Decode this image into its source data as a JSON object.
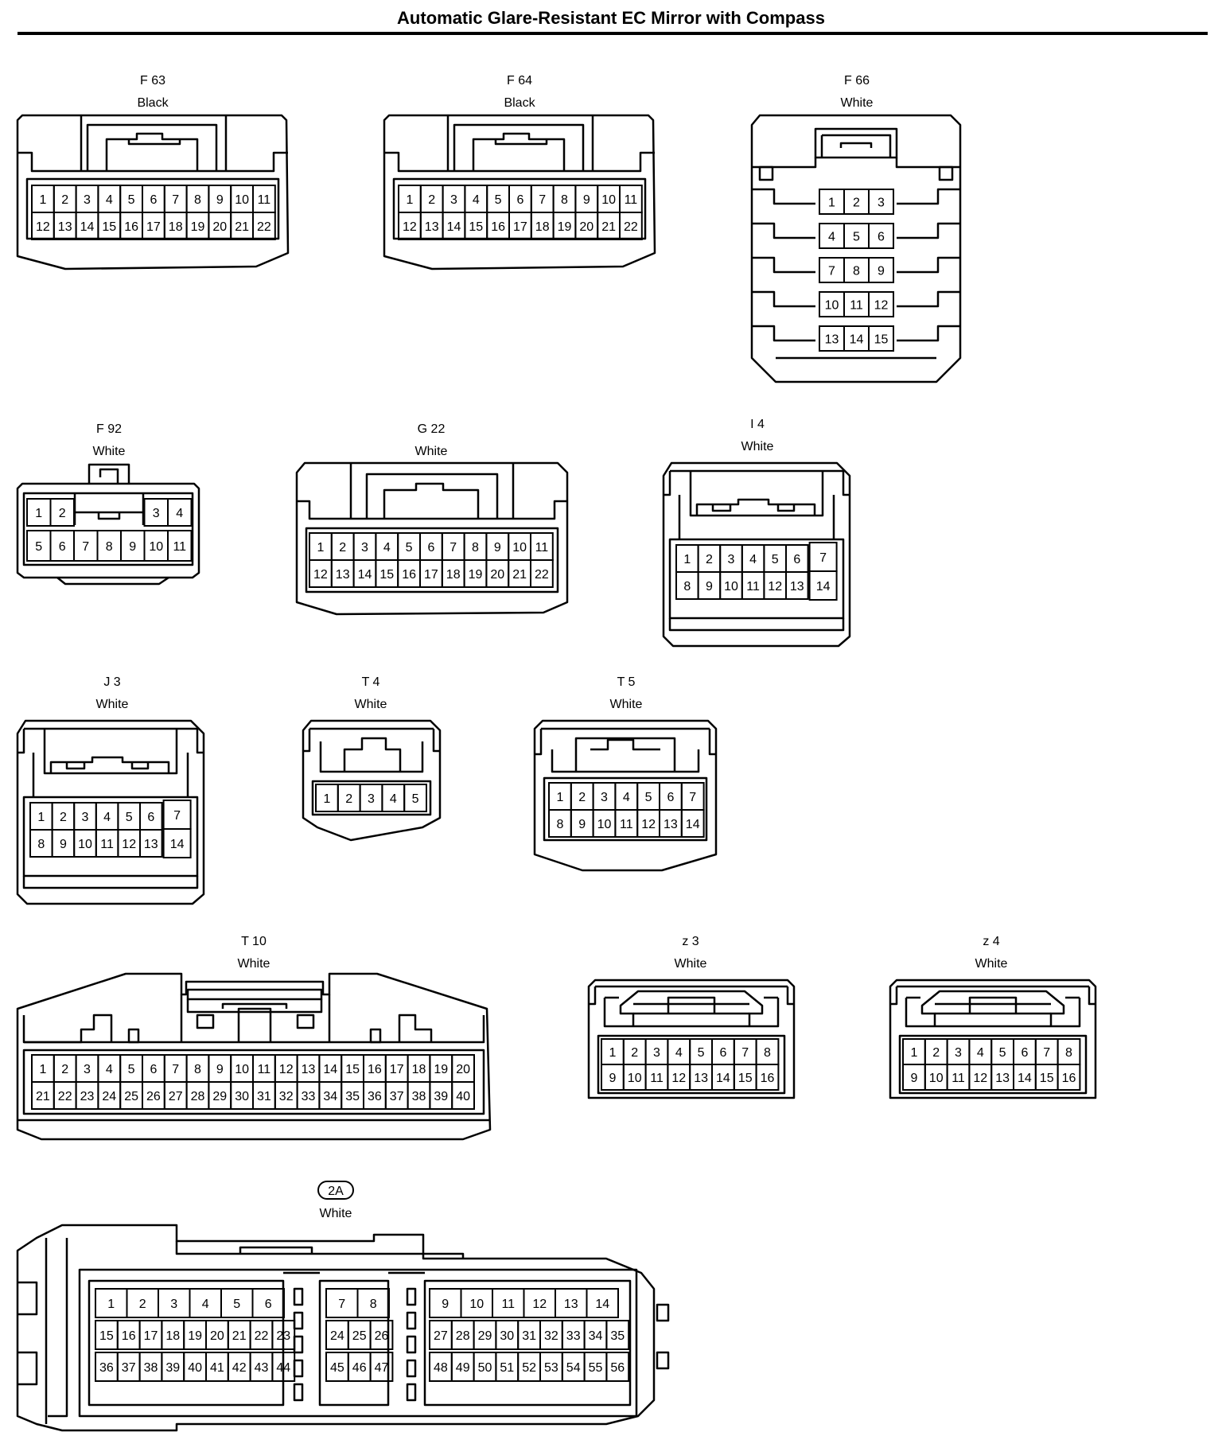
{
  "title": "Automatic Glare-Resistant EC Mirror with Compass",
  "colors": {
    "line": "#000000",
    "background": "#ffffff"
  },
  "connectors": [
    {
      "id": "F 63",
      "color": "Black",
      "rows": [
        [
          "1",
          "2",
          "3",
          "4",
          "5",
          "6",
          "7",
          "8",
          "9",
          "10",
          "11"
        ],
        [
          "12",
          "13",
          "14",
          "15",
          "16",
          "17",
          "18",
          "19",
          "20",
          "21",
          "22"
        ]
      ]
    },
    {
      "id": "F 64",
      "color": "Black",
      "rows": [
        [
          "1",
          "2",
          "3",
          "4",
          "5",
          "6",
          "7",
          "8",
          "9",
          "10",
          "11"
        ],
        [
          "12",
          "13",
          "14",
          "15",
          "16",
          "17",
          "18",
          "19",
          "20",
          "21",
          "22"
        ]
      ]
    },
    {
      "id": "F 66",
      "color": "White",
      "rows": [
        [
          "1",
          "2",
          "3"
        ],
        [
          "4",
          "5",
          "6"
        ],
        [
          "7",
          "8",
          "9"
        ],
        [
          "10",
          "11",
          "12"
        ],
        [
          "13",
          "14",
          "15"
        ]
      ]
    },
    {
      "id": "F 92",
      "color": "White",
      "rows": [
        [
          "1",
          "2",
          "",
          "",
          "",
          "3",
          "4"
        ],
        [
          "5",
          "6",
          "7",
          "8",
          "9",
          "10",
          "11"
        ]
      ]
    },
    {
      "id": "G 22",
      "color": "White",
      "rows": [
        [
          "1",
          "2",
          "3",
          "4",
          "5",
          "6",
          "7",
          "8",
          "9",
          "10",
          "11"
        ],
        [
          "12",
          "13",
          "14",
          "15",
          "16",
          "17",
          "18",
          "19",
          "20",
          "21",
          "22"
        ]
      ]
    },
    {
      "id": "I 4",
      "color": "White",
      "rows": [
        [
          "1",
          "2",
          "3",
          "4",
          "5",
          "6",
          "7"
        ],
        [
          "8",
          "9",
          "10",
          "11",
          "12",
          "13",
          "14"
        ]
      ]
    },
    {
      "id": "J 3",
      "color": "White",
      "rows": [
        [
          "1",
          "2",
          "3",
          "4",
          "5",
          "6",
          "7"
        ],
        [
          "8",
          "9",
          "10",
          "11",
          "12",
          "13",
          "14"
        ]
      ]
    },
    {
      "id": "T 4",
      "color": "White",
      "rows": [
        [
          "1",
          "2",
          "3",
          "4",
          "5"
        ]
      ]
    },
    {
      "id": "T 5",
      "color": "White",
      "rows": [
        [
          "1",
          "2",
          "3",
          "4",
          "5",
          "6",
          "7"
        ],
        [
          "8",
          "9",
          "10",
          "11",
          "12",
          "13",
          "14"
        ]
      ]
    },
    {
      "id": "T 10",
      "color": "White",
      "rows": [
        [
          "1",
          "2",
          "3",
          "4",
          "5",
          "6",
          "7",
          "8",
          "9",
          "10",
          "11",
          "12",
          "13",
          "14",
          "15",
          "16",
          "17",
          "18",
          "19",
          "20"
        ],
        [
          "21",
          "22",
          "23",
          "24",
          "25",
          "26",
          "27",
          "28",
          "29",
          "30",
          "31",
          "32",
          "33",
          "34",
          "35",
          "36",
          "37",
          "38",
          "39",
          "40"
        ]
      ]
    },
    {
      "id": "z 3",
      "color": "White",
      "rows": [
        [
          "1",
          "2",
          "3",
          "4",
          "5",
          "6",
          "7",
          "8"
        ],
        [
          "9",
          "10",
          "11",
          "12",
          "13",
          "14",
          "15",
          "16"
        ]
      ]
    },
    {
      "id": "z 4",
      "color": "White",
      "rows": [
        [
          "1",
          "2",
          "3",
          "4",
          "5",
          "6",
          "7",
          "8"
        ],
        [
          "9",
          "10",
          "11",
          "12",
          "13",
          "14",
          "15",
          "16"
        ]
      ]
    },
    {
      "id": "2A",
      "color": "White",
      "groups": [
        {
          "top": [
            "1",
            "2",
            "3",
            "4",
            "5",
            "6"
          ],
          "mid": [
            "15",
            "16",
            "17",
            "18",
            "19",
            "20",
            "21",
            "22",
            "23"
          ],
          "bot": [
            "36",
            "37",
            "38",
            "39",
            "40",
            "41",
            "42",
            "43",
            "44"
          ]
        },
        {
          "top": [
            "7",
            "8"
          ],
          "mid": [
            "24",
            "25",
            "26"
          ],
          "bot": [
            "45",
            "46",
            "47"
          ]
        },
        {
          "top": [
            "9",
            "10",
            "11",
            "12",
            "13",
            "14"
          ],
          "mid": [
            "27",
            "28",
            "29",
            "30",
            "31",
            "32",
            "33",
            "34",
            "35"
          ],
          "bot": [
            "48",
            "49",
            "50",
            "51",
            "52",
            "53",
            "54",
            "55",
            "56"
          ]
        }
      ]
    }
  ]
}
